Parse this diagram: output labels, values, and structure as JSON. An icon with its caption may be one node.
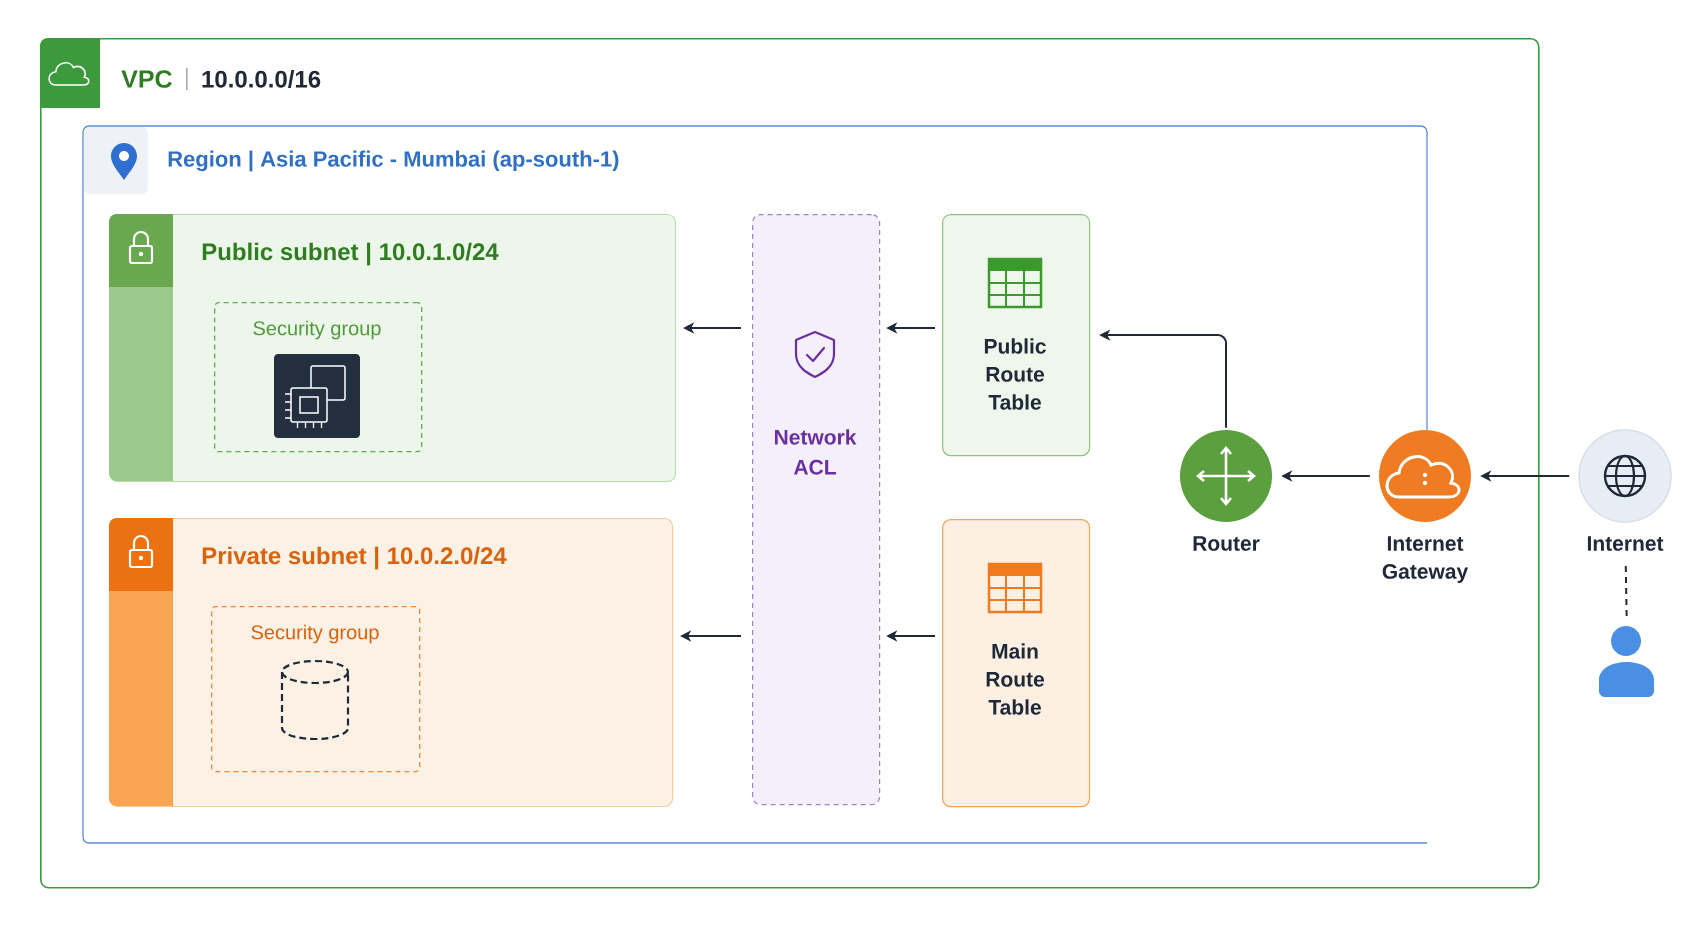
{
  "diagram": {
    "nodes": [
      {
        "text": [
          "VPC",
          "10.0.0.0/16"
        ]
      },
      {
        "text": [
          "Region | Asia Pacific - Mumbai (ap-south-1)"
        ],
        "in": 0
      },
      {
        "text": [
          "Public subnet | 10.0.1.0/24"
        ],
        "in": 1
      },
      {
        "text": [
          "Security group"
        ],
        "in": 2
      },
      {
        "text": [
          "Private subnet | 10.0.2.0/24"
        ],
        "in": 1
      },
      {
        "text": [
          "Security group"
        ],
        "in": 4
      },
      {
        "text": [
          "Network ACL"
        ],
        "in": 1
      },
      {
        "text": [
          "Public Route Table"
        ],
        "in": 1
      },
      {
        "text": [
          "Main Route Table"
        ],
        "in": 1
      },
      {
        "text": [
          "Router"
        ],
        "in": 1
      },
      {
        "text": [
          "Internet Gateway"
        ],
        "in": 0
      },
      {
        "text": [
          "Internet"
        ]
      },
      {
        "text": [],
        "shape": "person"
      }
    ],
    "edges": [
      {
        "from": 11,
        "to": 10,
        "arrow": "to"
      },
      {
        "from": 10,
        "to": 9,
        "arrow": "to"
      },
      {
        "from": 9,
        "to": 7,
        "arrow": "to"
      },
      {
        "from": 7,
        "to": 6,
        "arrow": "to"
      },
      {
        "from": 8,
        "to": 6,
        "arrow": "to"
      },
      {
        "from": 6,
        "to": 2,
        "arrow": "to"
      },
      {
        "from": 6,
        "to": 4,
        "arrow": "to"
      },
      {
        "from": 12,
        "to": 11,
        "arrow": "none",
        "style": "dashed"
      }
    ]
  }
}
